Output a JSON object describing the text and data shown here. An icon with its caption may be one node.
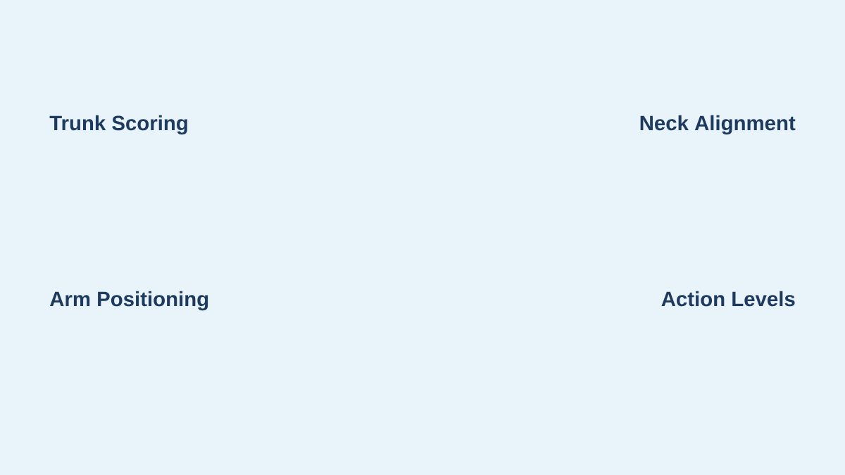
{
  "diagram": {
    "labels": [
      "Trunk Scoring",
      "Neck Alignment",
      "Arm Positioning",
      "Action Levels"
    ]
  }
}
